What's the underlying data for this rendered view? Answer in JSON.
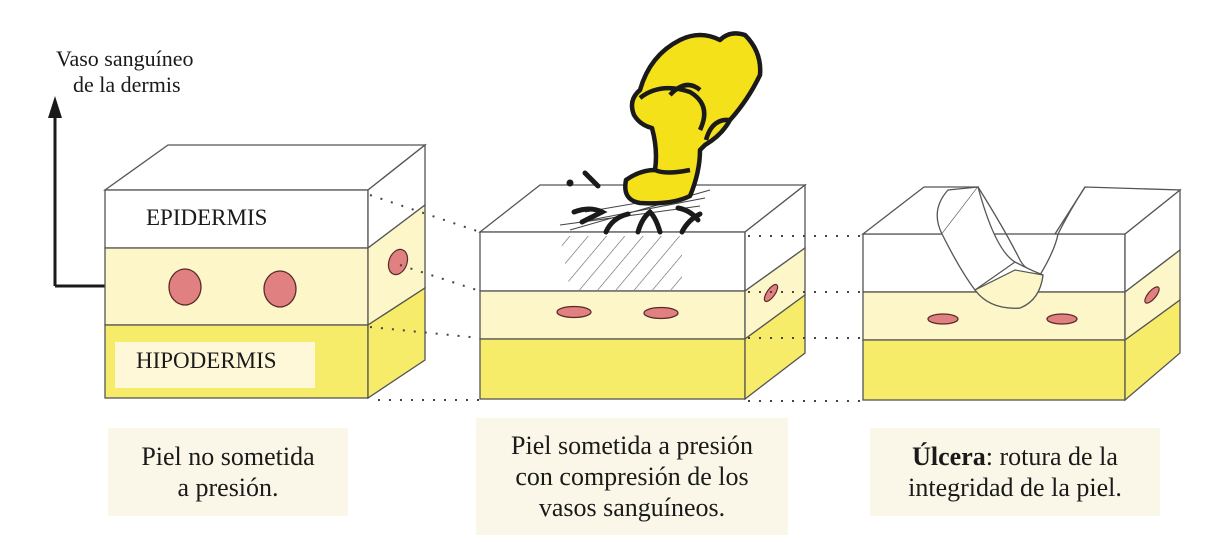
{
  "diagram": {
    "callout": {
      "line1": "Vaso sanguíneo",
      "line2": "de la dermis"
    },
    "layers": {
      "epidermis": "EPIDERMIS",
      "hipodermis": "HIPODERMIS"
    },
    "panels": [
      {
        "id": "normal",
        "caption_lines": [
          "Piel no sometida",
          "a presión."
        ]
      },
      {
        "id": "pressure",
        "caption_lines": [
          "Piel sometida a presión",
          "con compresión de los",
          "vasos sanguíneos."
        ]
      },
      {
        "id": "ulcer",
        "caption_bold": "Úlcera",
        "caption_rest_line1": ": rotura de la",
        "caption_line2": "integridad de la piel."
      }
    ],
    "icons": [
      "arrow-up-icon",
      "fist-icon",
      "impact-lines-icon"
    ],
    "colors": {
      "dermis": "#fdf6c8",
      "hypodermis": "#f7ec6a",
      "vessel": "#e08080",
      "fist": "#f5e11a",
      "caption_bg": "#faf7e8",
      "line": "#333333"
    }
  }
}
